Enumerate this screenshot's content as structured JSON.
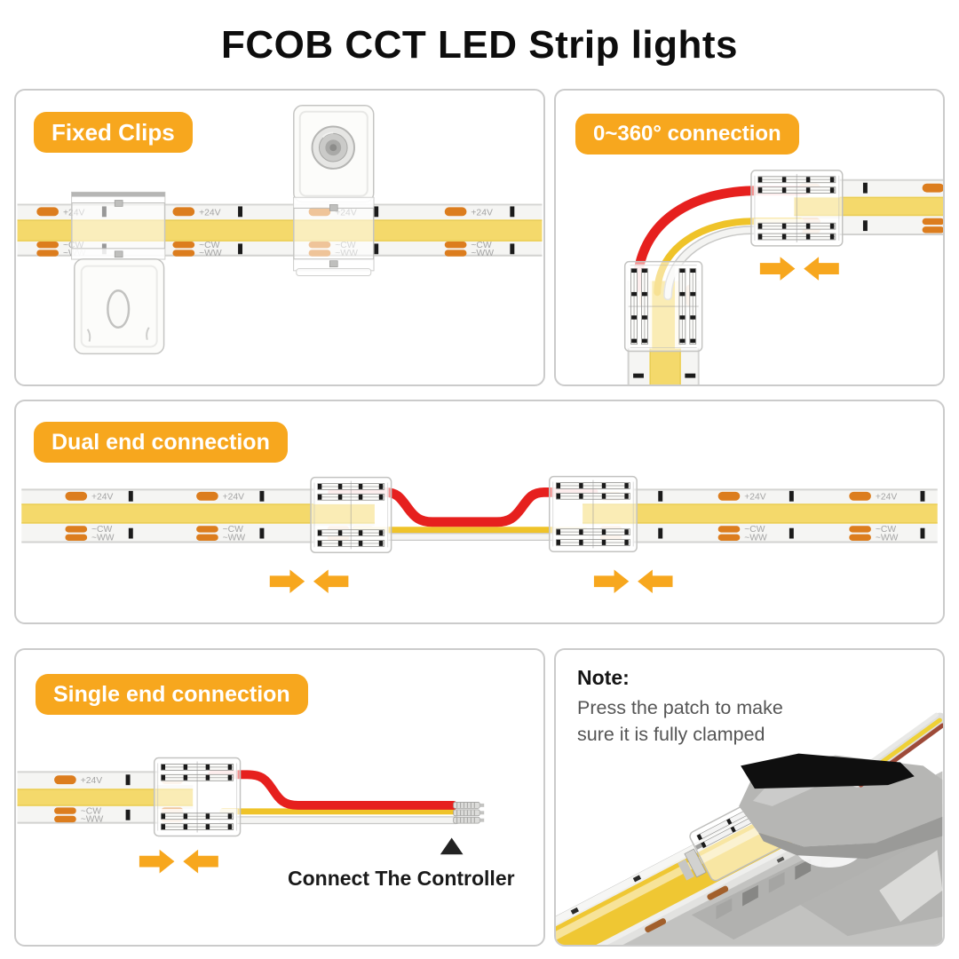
{
  "title": "FCOB CCT LED Strip lights",
  "strip_labels": {
    "positive": "+24V",
    "cool_white": "~CW",
    "warm_white": "~WW"
  },
  "panels": {
    "fixed_clips": {
      "badge": "Fixed Clips"
    },
    "rotation_connection": {
      "badge": "0~360° connection"
    },
    "dual_end": {
      "badge": "Dual end connection"
    },
    "single_end": {
      "badge": "Single end connection",
      "controller_label": "Connect The Controller"
    },
    "note": {
      "heading": "Note:",
      "body_line1": "Press the patch to make",
      "body_line2": "sure it is fully clamped"
    }
  },
  "colors": {
    "accent_orange": "#F7A71E",
    "pad_orange": "#DC7D1E",
    "strip_yellow": "#F4D96B",
    "wire_red": "#E6201E",
    "wire_yellow": "#EFC329",
    "wire_white": "#F4F4F2"
  }
}
